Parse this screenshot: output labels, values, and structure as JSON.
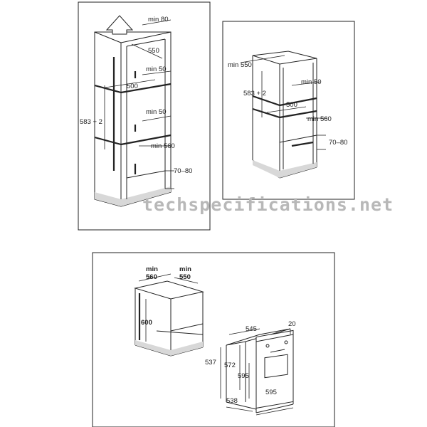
{
  "watermark": "techspecifications.net",
  "panel_a": {
    "labels": {
      "min80": "min 80",
      "d550": "550",
      "min50_top": "min 50",
      "d500": "500",
      "d583": "583 + 2",
      "min50_mid": "min 50",
      "min560": "min 560",
      "d7080": "70–80"
    }
  },
  "panel_b": {
    "labels": {
      "min550": "min 550",
      "min50": "min 50",
      "d583": "583 + 2",
      "d500": "500",
      "min560": "min 560",
      "d7080": "70–80"
    }
  },
  "panel_c": {
    "labels": {
      "min_a": "min",
      "min_a_val": "560",
      "min_b": "min",
      "min_b_val": "550",
      "d600": "600",
      "d545": "545",
      "d20": "20",
      "d537": "537",
      "d572": "572",
      "d595v": "595",
      "d538": "538",
      "d595h": "595"
    }
  }
}
